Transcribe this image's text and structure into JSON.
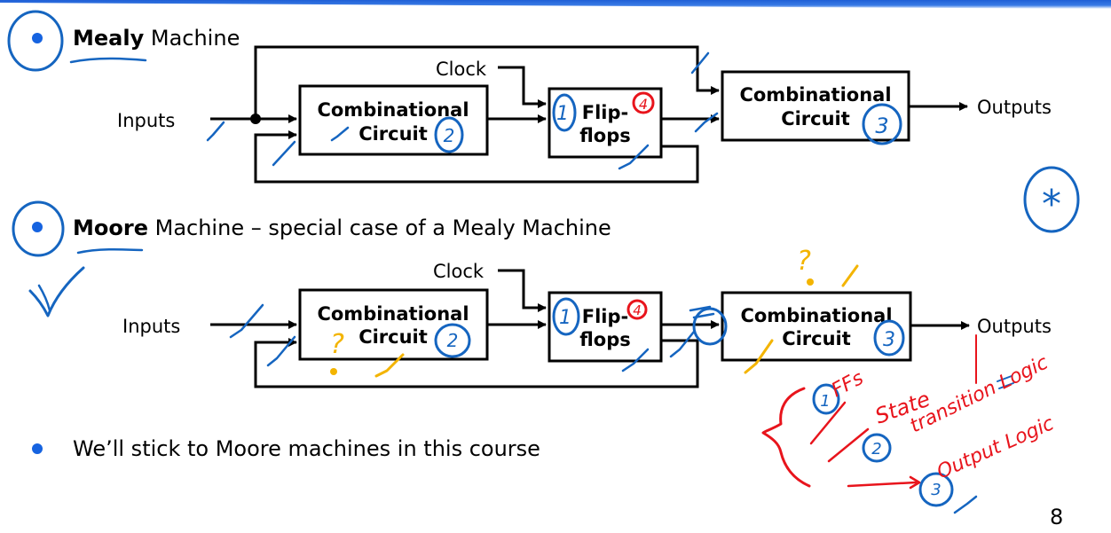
{
  "slide": {
    "page_number": "8",
    "bullets": [
      {
        "bold": "Mealy",
        "rest": " Machine"
      },
      {
        "bold": "Moore",
        "rest": " Machine – special case of a Mealy Machine"
      },
      {
        "bold": "",
        "rest": "We’ll stick to Moore machines in this course"
      }
    ]
  },
  "mealy_diagram": {
    "inputs_label": "Inputs",
    "clock_label": "Clock",
    "comb1": [
      "Combinational",
      "Circuit"
    ],
    "flipflops": [
      "Flip-",
      "flops"
    ],
    "comb2": [
      "Combinational",
      "Circuit"
    ],
    "outputs_label": "Outputs"
  },
  "moore_diagram": {
    "inputs_label": "Inputs",
    "clock_label": "Clock",
    "comb1": [
      "Combinational",
      "Circuit"
    ],
    "flipflops": [
      "Flip-",
      "flops"
    ],
    "comb2": [
      "Combinational",
      "Circuit"
    ],
    "outputs_label": "Outputs"
  },
  "annotations": {
    "numbers": [
      "1",
      "2",
      "3",
      "4",
      "1",
      "2",
      "3",
      "4",
      "1",
      "2",
      "3"
    ],
    "question_marks": [
      "?",
      "?"
    ],
    "star": "*",
    "handwritten_notes": [
      "FFs",
      "State",
      "transition Logic",
      "Output Logic"
    ],
    "colors": {
      "blue": "#1565c0",
      "red": "#e8141c",
      "yellow": "#f3b400",
      "bullet": "#1663e0"
    }
  }
}
